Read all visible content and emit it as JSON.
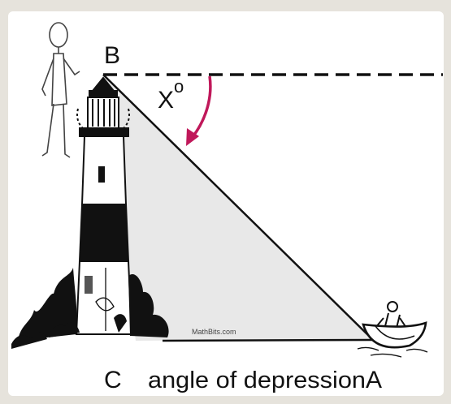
{
  "diagram": {
    "title": "angle of depression",
    "points": {
      "b": "B",
      "c": "C",
      "a": "A"
    },
    "angle_label": "X",
    "angle_degree_mark": "o",
    "watermark": "MathBits.com",
    "colors": {
      "background": "#e6e3dc",
      "panel": "#ffffff",
      "triangle_fill": "#e8e8e8",
      "ink": "#111111",
      "arrow": "#c0185a"
    }
  }
}
